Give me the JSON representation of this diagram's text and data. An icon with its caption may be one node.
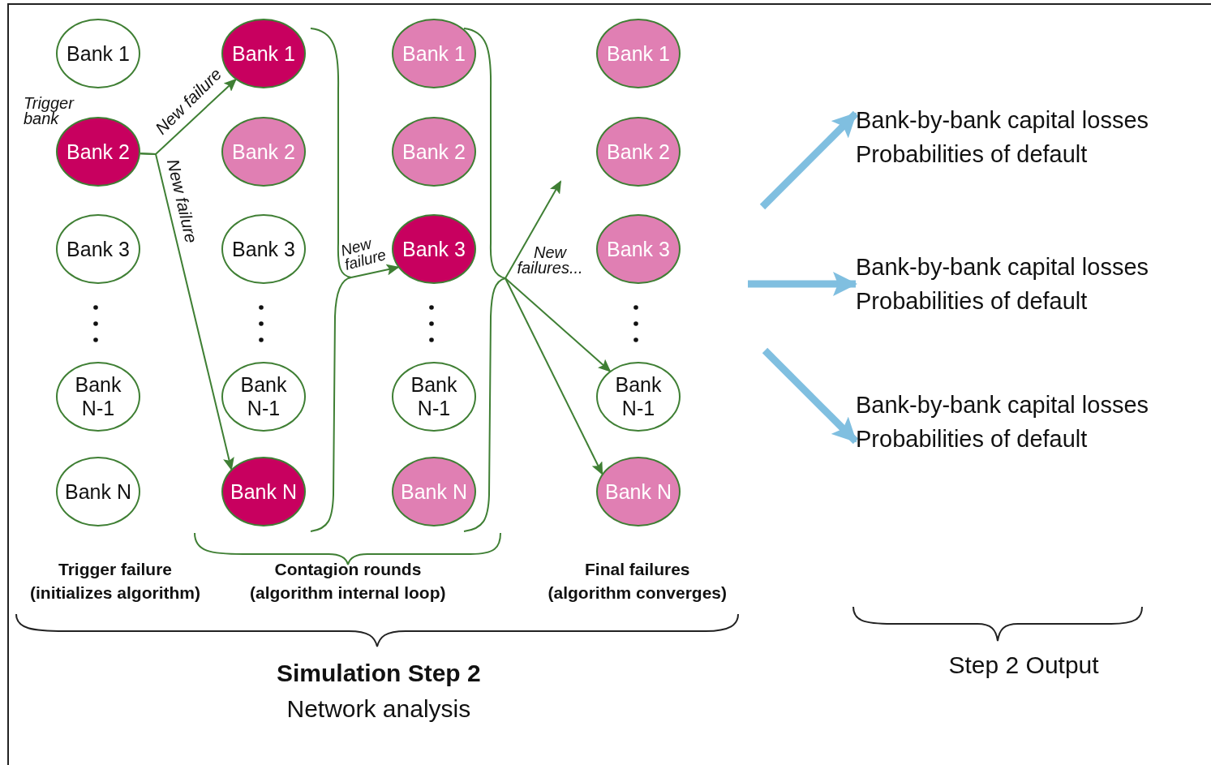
{
  "diagram": {
    "nodes": [
      {
        "text": [
          "Bank 1"
        ]
      },
      {
        "text": [
          "Bank 2"
        ],
        "beside": [
          "Trigger bank"
        ]
      },
      {
        "text": [
          "Bank 3"
        ]
      },
      {
        "text": [
          "Bank N-1"
        ]
      },
      {
        "text": [
          "Bank N"
        ]
      },
      {
        "text": [
          "Bank 1"
        ]
      },
      {
        "text": [
          "Bank 2"
        ]
      },
      {
        "text": [
          "Bank 3"
        ]
      },
      {
        "text": [
          "Bank N-1"
        ]
      },
      {
        "text": [
          "Bank N"
        ]
      },
      {
        "text": [
          "Bank 1"
        ]
      },
      {
        "text": [
          "Bank 2"
        ]
      },
      {
        "text": [
          "Bank 3"
        ]
      },
      {
        "text": [
          "Bank N-1"
        ]
      },
      {
        "text": [
          "Bank N"
        ]
      },
      {
        "text": [
          "Bank 1"
        ]
      },
      {
        "text": [
          "Bank 2"
        ]
      },
      {
        "text": [
          "Bank 3"
        ]
      },
      {
        "text": [
          "Bank N-1"
        ]
      },
      {
        "text": [
          "Bank N"
        ]
      },
      {
        "text": [
          "Bank-by-bank capital losses",
          "Probabilities of default"
        ]
      },
      {
        "text": [
          "Bank-by-bank capital losses",
          "Probabilities of default"
        ]
      },
      {
        "text": [
          "Bank-by-bank capital losses",
          "Probabilities of default"
        ]
      },
      {
        "text": [],
        "shape": "brace"
      },
      {
        "text": [],
        "shape": "brace"
      }
    ],
    "edges": [
      {
        "from": 1,
        "to": 5,
        "arrow": "to",
        "label": "New failure"
      },
      {
        "from": 1,
        "to": 9,
        "arrow": "to",
        "label": "New failure"
      },
      {
        "from": 23,
        "to": 12,
        "arrow": "to",
        "label": "New failure"
      },
      {
        "from": 24,
        "to": null,
        "arrow": "to"
      },
      {
        "from": 24,
        "to": 18,
        "arrow": "to"
      },
      {
        "from": 24,
        "to": 19,
        "arrow": "to"
      },
      {
        "from": null,
        "to": 20,
        "arrow": "to",
        "style": "thick",
        "color": "#80bfe0"
      },
      {
        "from": null,
        "to": 21,
        "arrow": "to",
        "style": "thick",
        "color": "#80bfe0"
      },
      {
        "from": null,
        "to": 22,
        "arrow": "to",
        "style": "thick",
        "color": "#80bfe0"
      }
    ],
    "labels": [
      "New failures...",
      "Trigger failure",
      "(initializes algorithm)",
      "Contagion rounds",
      "(algorithm internal loop)",
      "Final failures",
      "(algorithm converges)",
      "Simulation Step 2",
      "Network analysis",
      "Step 2 Output"
    ]
  }
}
